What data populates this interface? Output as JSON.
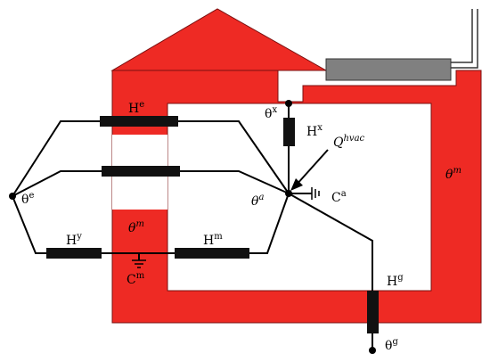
{
  "colors": {
    "wall": "#ee2a24",
    "wall_outline": "#7a1010",
    "resistor": "#111111",
    "hvac_unit": "#808080",
    "background": "#ffffff"
  },
  "labels": {
    "theta_e": "θ",
    "theta_e_sup": "e",
    "theta_x": "θ",
    "theta_x_sup": "x",
    "theta_a": "θ",
    "theta_a_sup": "a",
    "theta_m_left": "θ",
    "theta_m_left_sup": "m",
    "theta_m_right": "θ",
    "theta_m_right_sup": "m",
    "theta_g": "θ",
    "theta_g_sup": "g",
    "H_e": "H",
    "H_e_sup": "e",
    "H_x": "H",
    "H_x_sup": "x",
    "H_y": "H",
    "H_y_sup": "y",
    "H_m": "H",
    "H_m_sup": "m",
    "H_g": "H",
    "H_g_sup": "g",
    "C_a": "C",
    "C_a_sup": "a",
    "C_m": "C",
    "C_m_sup": "m",
    "Q_hvac": "Q",
    "Q_hvac_sup": "hvac"
  }
}
